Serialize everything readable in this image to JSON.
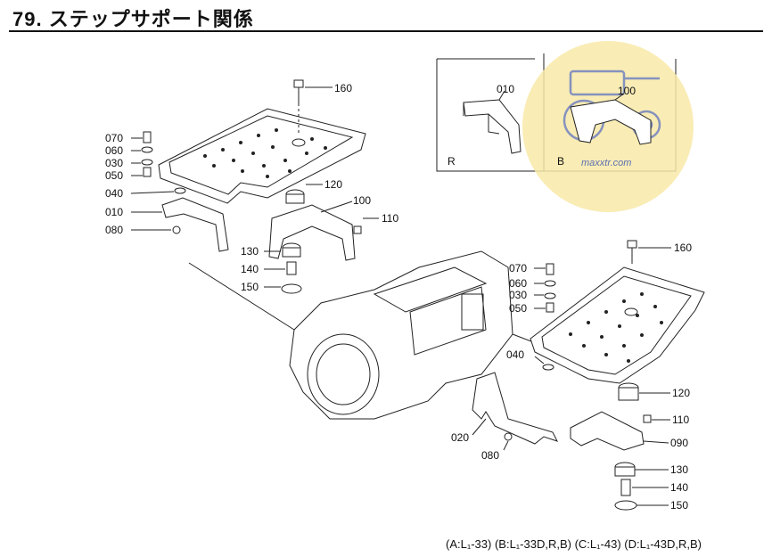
{
  "title": "79. ステップサポート関係",
  "footer": "(A:L₁-33) (B:L₁-33D,R,B) (C:L₁-43) (D:L₁-43D,R,B)",
  "inset": {
    "left_label": "R",
    "right_label": "B",
    "part_left": "010",
    "part_right": "100"
  },
  "watermark": "maxxtr.com",
  "callouts_left": [
    "160",
    "070",
    "060",
    "030",
    "050",
    "040",
    "010",
    "080",
    "120",
    "100",
    "110",
    "130",
    "140",
    "150"
  ],
  "callouts_right": [
    "160",
    "070",
    "060",
    "030",
    "050",
    "040",
    "120",
    "110",
    "020",
    "090",
    "080",
    "130",
    "140",
    "150"
  ]
}
